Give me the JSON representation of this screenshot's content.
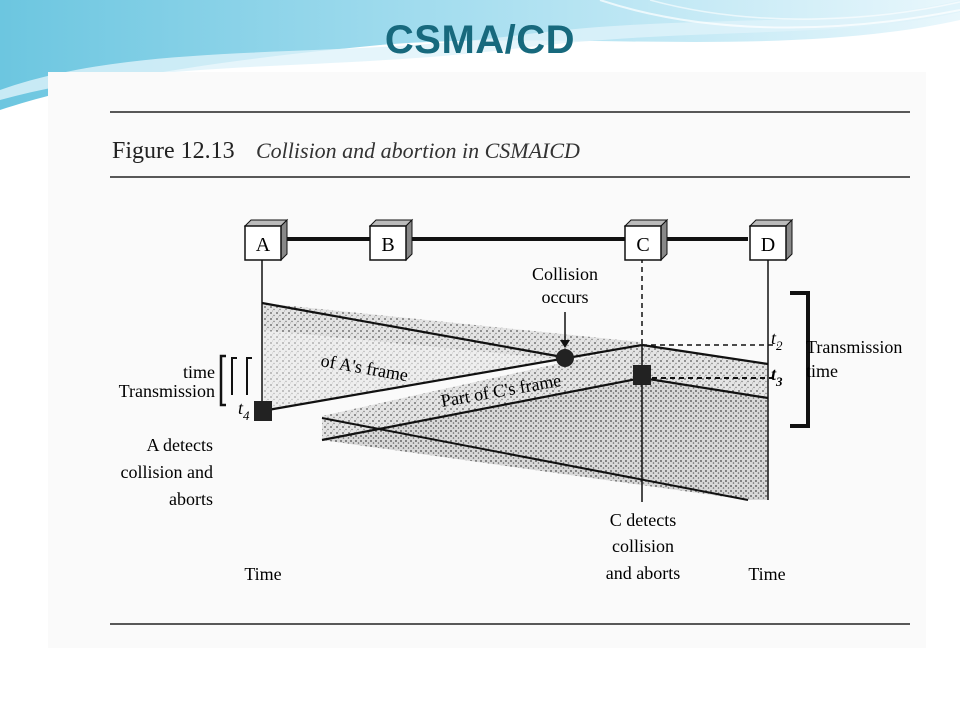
{
  "slide": {
    "title": "CSMA/CD",
    "accent_color": "#17697d",
    "swoosh_colors": [
      "#7fd0e6",
      "#b8e6f2",
      "#e6f6fb"
    ]
  },
  "figure": {
    "number": "Figure 12.13",
    "caption": "Collision and abortion in CSMAICD",
    "stations": [
      "A",
      "B",
      "C",
      "D"
    ],
    "labels": {
      "collision_line1": "Collision",
      "collision_line2": "occurs",
      "frame_a": "of A's frame",
      "frame_c": "Part of C's frame",
      "t2": "t",
      "t2_sub": "2",
      "t3": "t",
      "t3_sub": "3",
      "t4": "t",
      "t4_sub": "4",
      "tx_right_line1": "Transmission",
      "tx_right_line2": "time",
      "tx_left_line1": "time",
      "tx_left_line2": "Transmission",
      "a_detects_1": "A detects",
      "a_detects_2": "collision and",
      "a_detects_3": "aborts",
      "c_detects_1": "C detects",
      "c_detects_2": "collision",
      "c_detects_3": "and aborts",
      "time_a": "Time",
      "time_d": "Time"
    }
  }
}
